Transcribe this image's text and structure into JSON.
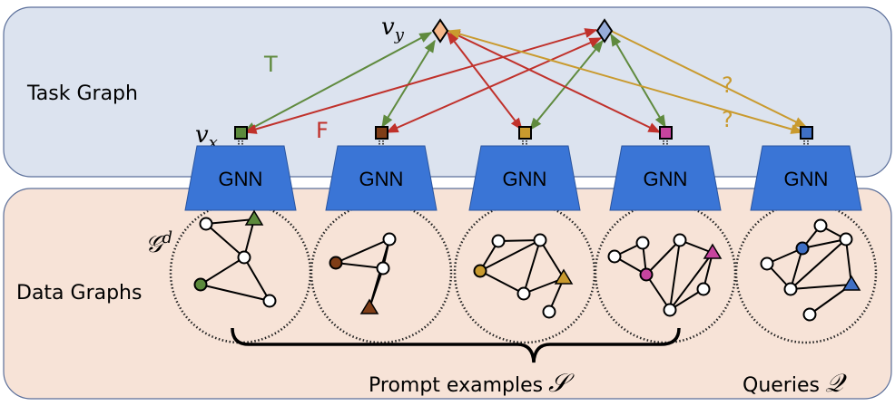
{
  "regions": {
    "task_graph": {
      "label": "Task Graph",
      "fill": "#dce3ef",
      "stroke": "#5b6f9a"
    },
    "data_graphs": {
      "label": "Data Graphs",
      "fill": "#f7e3d7",
      "stroke": "#5b6f9a"
    }
  },
  "math_labels": {
    "v_x": "v",
    "v_x_sub": "x",
    "v_y": "v",
    "v_y_sub": "y",
    "g_d": "𝒢",
    "g_d_sup": "d"
  },
  "edge_labels": {
    "true": "T",
    "false": "F",
    "query_1": "?",
    "query_2": "?"
  },
  "colors": {
    "true_edge": "#5f8a3e",
    "false_edge": "#c0312b",
    "query_edge": "#c99a2e",
    "gnn_fill": "#3a75d6",
    "label_node_1": "#f5b78a",
    "label_node_2": "#97acd9"
  },
  "gnn_label": "GNN",
  "encoders": [
    {
      "id": "ex1",
      "node_color": "#5c8a3c",
      "role": "prompt"
    },
    {
      "id": "ex2",
      "node_color": "#7f3d17",
      "role": "prompt"
    },
    {
      "id": "ex3",
      "node_color": "#c99a2e",
      "role": "prompt"
    },
    {
      "id": "ex4",
      "node_color": "#c7449e",
      "role": "prompt"
    },
    {
      "id": "q1",
      "node_color": "#3f6fc4",
      "role": "query"
    }
  ],
  "bottom_labels": {
    "prompt_examples": "Prompt examples",
    "prompt_symbol": "𝒮",
    "queries": "Queries",
    "queries_symbol": "𝒬"
  }
}
